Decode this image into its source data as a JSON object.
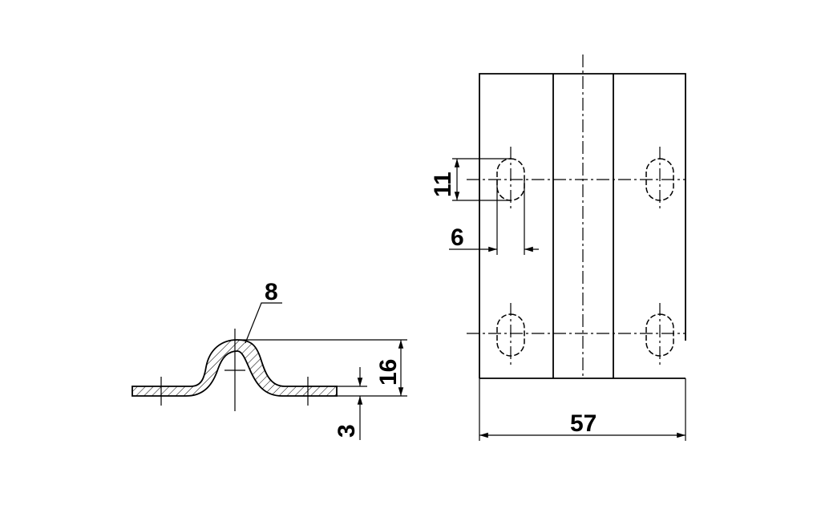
{
  "drawing": {
    "dimensions": {
      "bend_radius": "8",
      "height": "16",
      "thickness": "3",
      "slot_length": "11",
      "slot_width": "6",
      "width": "57"
    }
  }
}
